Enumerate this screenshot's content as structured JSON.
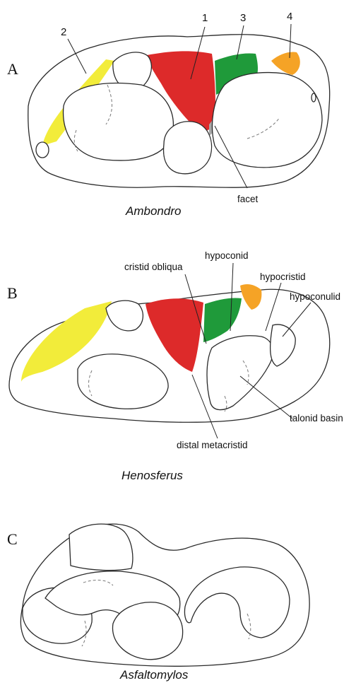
{
  "colors": {
    "yellow": "#f2ec3a",
    "red": "#dd2a2a",
    "green": "#1f9a3a",
    "orange": "#f5a326",
    "grey": "#a8a8a8"
  },
  "panel_a": {
    "letter": "A",
    "taxon": "Ambondro",
    "numbers": {
      "n1": "1",
      "n2": "2",
      "n3": "3",
      "n4": "4"
    },
    "facet_label": "facet"
  },
  "panel_b": {
    "letter": "B",
    "taxon": "Henosferus",
    "labels": {
      "cristid_obliqua": "cristid obliqua",
      "hypoconid": "hypoconid",
      "hypocristid": "hypocristid",
      "hypoconulid": "hypoconulid",
      "talonid_basin": "talonid basin",
      "distal_metacristid": "distal metacristid"
    }
  },
  "panel_c": {
    "letter": "C",
    "taxon": "Asfaltomylos"
  }
}
